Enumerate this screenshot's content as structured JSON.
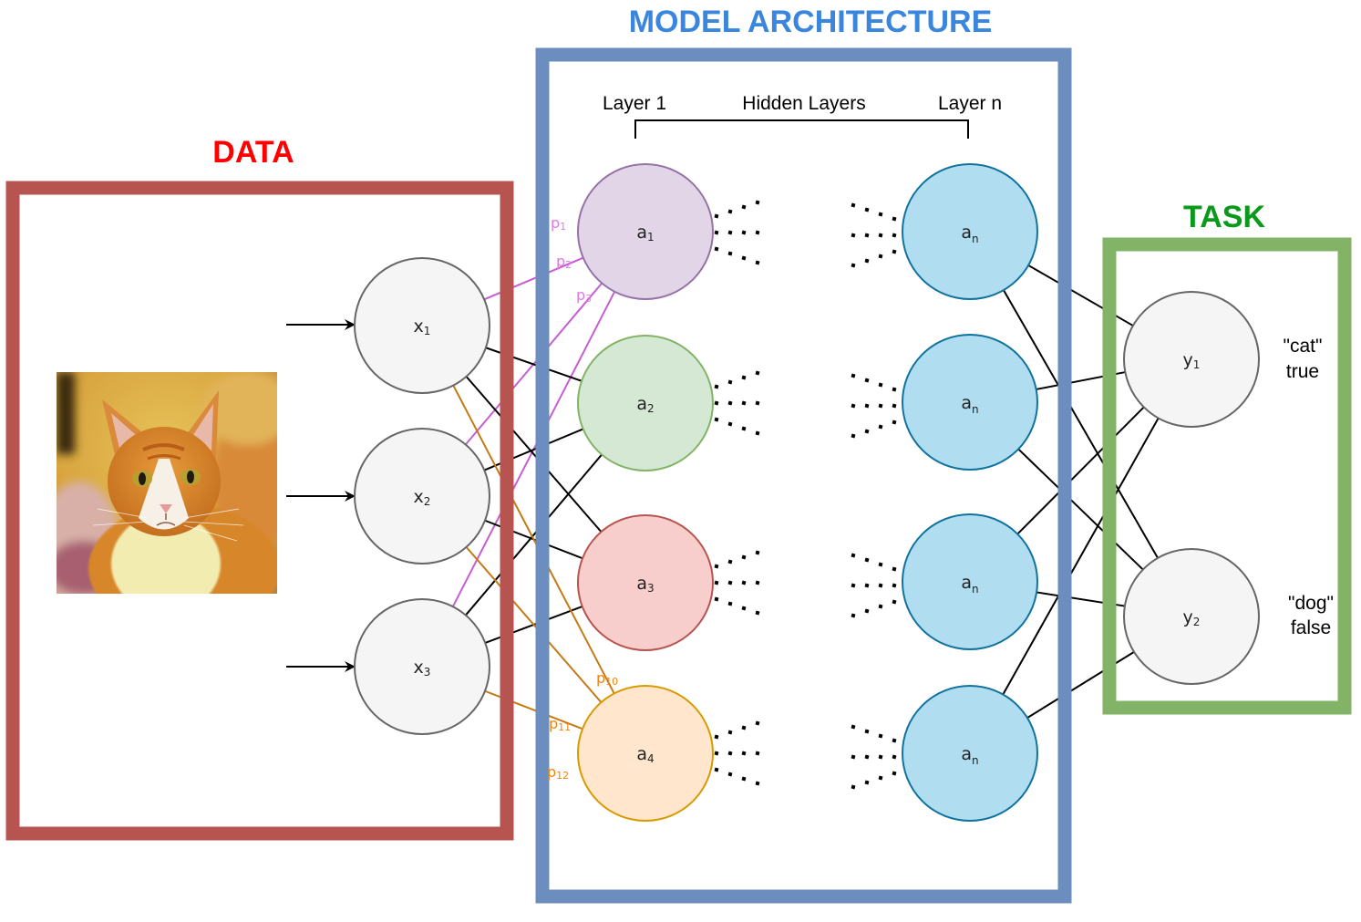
{
  "titles": {
    "data": "DATA",
    "model": "MODEL ARCHITECTURE",
    "task": "TASK"
  },
  "colors": {
    "data_title": "#ff0000",
    "data_box": "#b85450",
    "model_title": "#3a86de",
    "model_box": "#6c8ebf",
    "task_title": "#0a9a1a",
    "task_box": "#82b366",
    "pink_edge": "#c65ed1",
    "pink_label": "#e07ae0",
    "orange_edge": "#c47a12",
    "orange_label": "#f5820a"
  },
  "header": {
    "layer_first": "Layer 1",
    "hidden": "Hidden Layers",
    "layer_last": "Layer n"
  },
  "image": {
    "name": "cat-photo",
    "description": "orange and white tabby cat"
  },
  "inputs": [
    {
      "base": "x",
      "sub": "1"
    },
    {
      "base": "x",
      "sub": "2"
    },
    {
      "base": "x",
      "sub": "3"
    }
  ],
  "layer1": [
    {
      "base": "a",
      "sub": "1",
      "fill": "#e1d5e7",
      "stroke": "#9673a6"
    },
    {
      "base": "a",
      "sub": "2",
      "fill": "#d5e8d4",
      "stroke": "#82b366"
    },
    {
      "base": "a",
      "sub": "3",
      "fill": "#f8cecc",
      "stroke": "#b85450"
    },
    {
      "base": "a",
      "sub": "4",
      "fill": "#ffe6cc",
      "stroke": "#d79b00"
    }
  ],
  "layern": [
    {
      "base": "a",
      "sub": "n",
      "fill": "#b1ddf0",
      "stroke": "#10739e"
    },
    {
      "base": "a",
      "sub": "n",
      "fill": "#b1ddf0",
      "stroke": "#10739e"
    },
    {
      "base": "a",
      "sub": "n",
      "fill": "#b1ddf0",
      "stroke": "#10739e"
    },
    {
      "base": "a",
      "sub": "n",
      "fill": "#b1ddf0",
      "stroke": "#10739e"
    }
  ],
  "outputs": [
    {
      "base": "y",
      "sub": "1",
      "class_label": "\"cat\"",
      "value": "true"
    },
    {
      "base": "y",
      "sub": "2",
      "class_label": "\"dog\"",
      "value": "false"
    }
  ],
  "param_labels": [
    {
      "base": "p",
      "sub": "1",
      "color": "pink"
    },
    {
      "base": "p",
      "sub": "2",
      "color": "pink"
    },
    {
      "base": "p",
      "sub": "3",
      "color": "pink"
    },
    {
      "base": "p",
      "sub": "10",
      "color": "orange"
    },
    {
      "base": "p",
      "sub": "11",
      "color": "orange"
    },
    {
      "base": "p",
      "sub": "12",
      "color": "orange"
    }
  ],
  "edges": {
    "input_to_layer1": [
      {
        "from": 0,
        "to": 0,
        "color": "pink"
      },
      {
        "from": 1,
        "to": 0,
        "color": "pink"
      },
      {
        "from": 2,
        "to": 0,
        "color": "pink"
      },
      {
        "from": 0,
        "to": 1,
        "color": "black"
      },
      {
        "from": 0,
        "to": 2,
        "color": "black"
      },
      {
        "from": 1,
        "to": 1,
        "color": "black"
      },
      {
        "from": 1,
        "to": 2,
        "color": "black"
      },
      {
        "from": 2,
        "to": 1,
        "color": "black"
      },
      {
        "from": 2,
        "to": 2,
        "color": "black"
      },
      {
        "from": 0,
        "to": 3,
        "color": "orange"
      },
      {
        "from": 1,
        "to": 3,
        "color": "orange"
      },
      {
        "from": 2,
        "to": 3,
        "color": "orange"
      }
    ],
    "layern_to_output": [
      {
        "from": 0,
        "to": 0
      },
      {
        "from": 1,
        "to": 0
      },
      {
        "from": 2,
        "to": 0
      },
      {
        "from": 3,
        "to": 0
      },
      {
        "from": 0,
        "to": 1
      },
      {
        "from": 1,
        "to": 1
      },
      {
        "from": 2,
        "to": 1
      },
      {
        "from": 3,
        "to": 1
      }
    ]
  }
}
